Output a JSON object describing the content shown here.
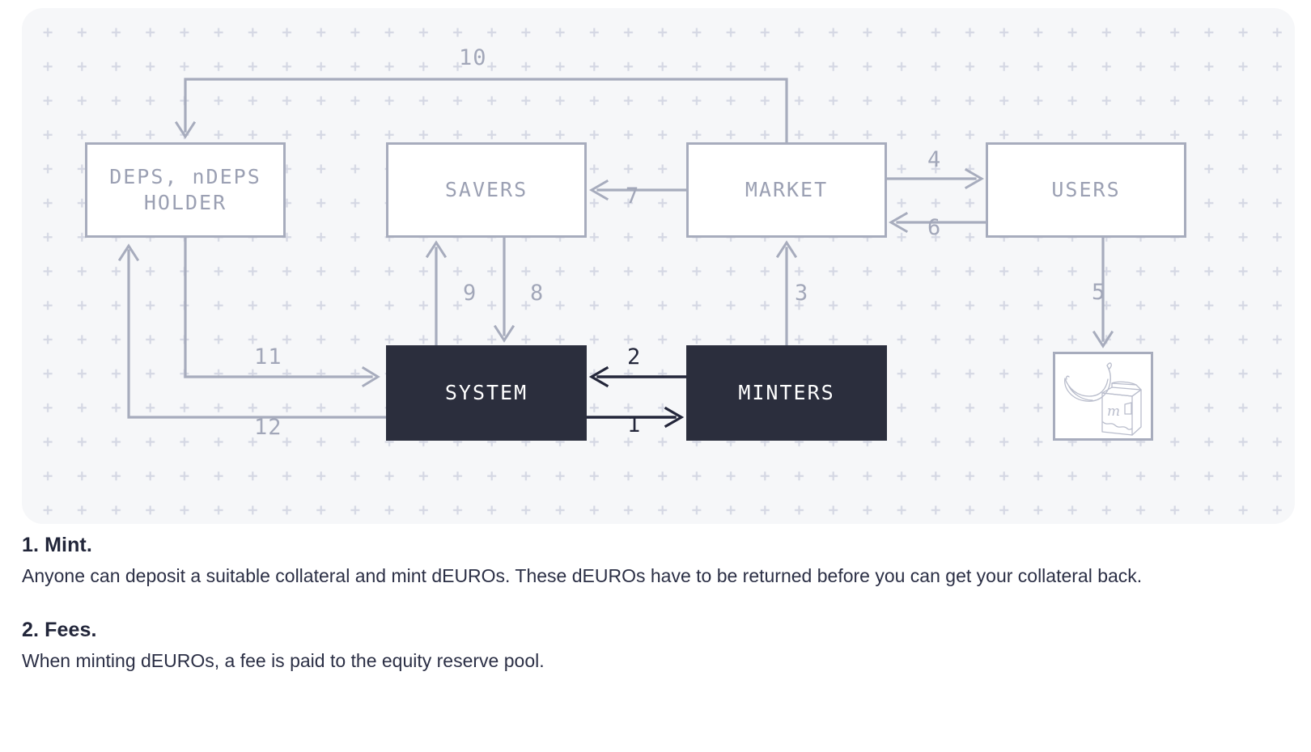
{
  "diagram": {
    "title": "dEURO system flow diagram",
    "colors": {
      "panel_background": "#f6f7f9",
      "grid_cross": "#d8dae5",
      "line": "#a7acbd",
      "node_light_fill": "#ffffff",
      "node_dark_fill": "#2b2e3d",
      "node_light_text": "#9ba0b3",
      "node_dark_text": "#ffffff",
      "label_text": "#a2a7b9",
      "label_text_dark": "#23263a"
    },
    "nodes": [
      {
        "id": "deps",
        "label": "DEPS, nDEPS\nHOLDER",
        "line1": "DEPS, nDEPS",
        "line2": "HOLDER",
        "style": "light"
      },
      {
        "id": "savers",
        "label": "SAVERS",
        "style": "light"
      },
      {
        "id": "market",
        "label": "MARKET",
        "style": "light"
      },
      {
        "id": "users",
        "label": "USERS",
        "style": "light"
      },
      {
        "id": "system",
        "label": "SYSTEM",
        "style": "dark"
      },
      {
        "id": "minters",
        "label": "MINTERS",
        "style": "dark"
      },
      {
        "id": "goods",
        "label": "",
        "style": "picture",
        "icon": "groceries-bananas-milk-icon",
        "milk_letter": "m"
      }
    ],
    "edges": [
      {
        "number": "1",
        "from": "system",
        "to": "minters",
        "style": "dark"
      },
      {
        "number": "2",
        "from": "minters",
        "to": "system",
        "style": "dark"
      },
      {
        "number": "3",
        "from": "minters",
        "to": "market",
        "style": "light"
      },
      {
        "number": "4",
        "from": "market",
        "to": "users",
        "style": "light"
      },
      {
        "number": "5",
        "from": "users",
        "to": "goods",
        "style": "light"
      },
      {
        "number": "6",
        "from": "users",
        "to": "market",
        "style": "light"
      },
      {
        "number": "7",
        "from": "market",
        "to": "savers",
        "style": "light"
      },
      {
        "number": "8",
        "from": "savers",
        "to": "system",
        "style": "light"
      },
      {
        "number": "9",
        "from": "system",
        "to": "savers",
        "style": "light"
      },
      {
        "number": "10",
        "from": "market",
        "to": "deps",
        "style": "light"
      },
      {
        "number": "11",
        "from": "deps",
        "to": "system",
        "style": "light"
      },
      {
        "number": "12",
        "from": "system",
        "to": "deps",
        "style": "light"
      }
    ]
  },
  "copy": {
    "sections": [
      {
        "title": "1. Mint.",
        "body": "Anyone can deposit a suitable collateral and mint dEUROs. These dEUROs have to be returned before you can get your collateral back."
      },
      {
        "title": "2. Fees.",
        "body": "When minting dEUROs, a fee is paid to the equity reserve pool."
      }
    ]
  }
}
